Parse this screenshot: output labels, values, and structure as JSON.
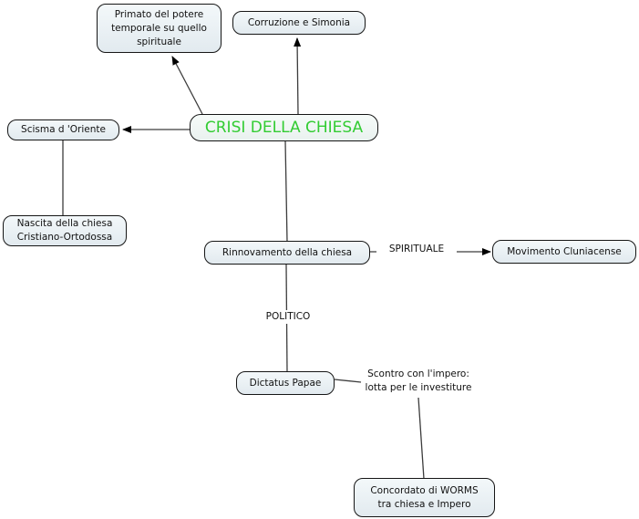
{
  "map": {
    "title": "CRISI DELLA CHIESA",
    "colors": {
      "root_text": "#33cc33",
      "node_fill_top": "#f3f8fa",
      "node_fill_bottom": "#e2eaef",
      "node_border": "#161616",
      "connector": "#3c3c3c",
      "text": "#111111",
      "background": "#ffffff"
    },
    "nodes": {
      "crisi": {
        "label": "CRISI DELLA CHIESA"
      },
      "primato": {
        "label": "Primato del potere\ntemporale su quello\nspirituale"
      },
      "corruzione": {
        "label": "Corruzione e Simonia"
      },
      "scisma": {
        "label": "Scisma d 'Oriente"
      },
      "nascita": {
        "label": "Nascita della chiesa\nCristiano-Ortodossa"
      },
      "rinnovamento": {
        "label": "Rinnovamento della chiesa"
      },
      "movimento": {
        "label": "Movimento Cluniacense"
      },
      "dictatus": {
        "label": "Dictatus Papae"
      },
      "scontro": {
        "label": "Scontro con l'impero:\nlotta per le investiture"
      },
      "concordato": {
        "label": "Concordato di WORMS\ntra chiesa e Impero"
      }
    },
    "link_labels": {
      "spirituale": "SPIRITUALE",
      "politico": "POLITICO"
    },
    "edges": [
      {
        "from": "crisi",
        "to": "primato",
        "arrow": true
      },
      {
        "from": "crisi",
        "to": "corruzione",
        "arrow": true
      },
      {
        "from": "crisi",
        "to": "scisma",
        "arrow": true
      },
      {
        "from": "scisma",
        "to": "nascita",
        "arrow": false
      },
      {
        "from": "crisi",
        "to": "rinnovamento",
        "arrow": false
      },
      {
        "from": "rinnovamento",
        "to": "movimento",
        "arrow": true,
        "label": "SPIRITUALE"
      },
      {
        "from": "rinnovamento",
        "to": "dictatus",
        "arrow": false,
        "label": "POLITICO"
      },
      {
        "from": "dictatus",
        "to": "scontro",
        "arrow": false
      },
      {
        "from": "scontro",
        "to": "concordato",
        "arrow": false
      }
    ]
  }
}
